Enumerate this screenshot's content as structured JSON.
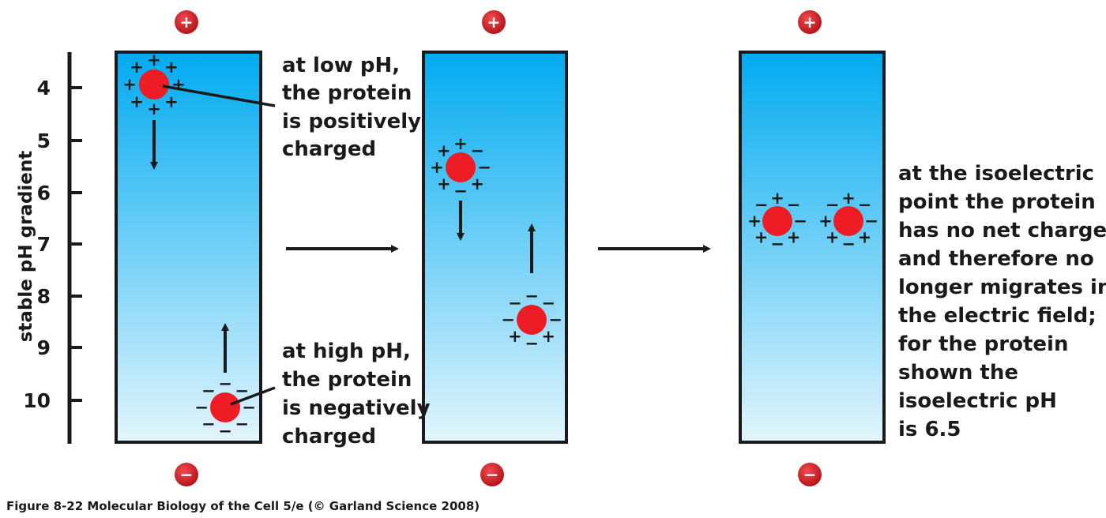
{
  "axis": {
    "label": "stable pH gradient",
    "ticks": [
      "4",
      "5",
      "6",
      "7",
      "8",
      "9",
      "10"
    ]
  },
  "electrodes": {
    "positive": "+",
    "negative": "−"
  },
  "annotations": {
    "low_ph": [
      "at low pH,",
      "the protein",
      "is positively",
      "charged"
    ],
    "high_ph": [
      "at high pH,",
      "the protein",
      "is negatively",
      "charged"
    ],
    "isoelectric": [
      "at the isoelectric",
      "point the protein",
      "has no net charge",
      "and therefore no",
      "longer migrates in",
      "the electric field;",
      "for the protein",
      "shown the",
      "isoelectric pH",
      "is 6.5"
    ]
  },
  "caption": "Figure 8-22  Molecular Biology of the Cell 5/e (© Garland Science 2008)",
  "colors": {
    "gel_top": "#00aaf0",
    "gel_bottom": "#e2f5fd",
    "protein": "#ee1c25",
    "electrode": "#c8151b",
    "ink": "#1a1a1a"
  }
}
